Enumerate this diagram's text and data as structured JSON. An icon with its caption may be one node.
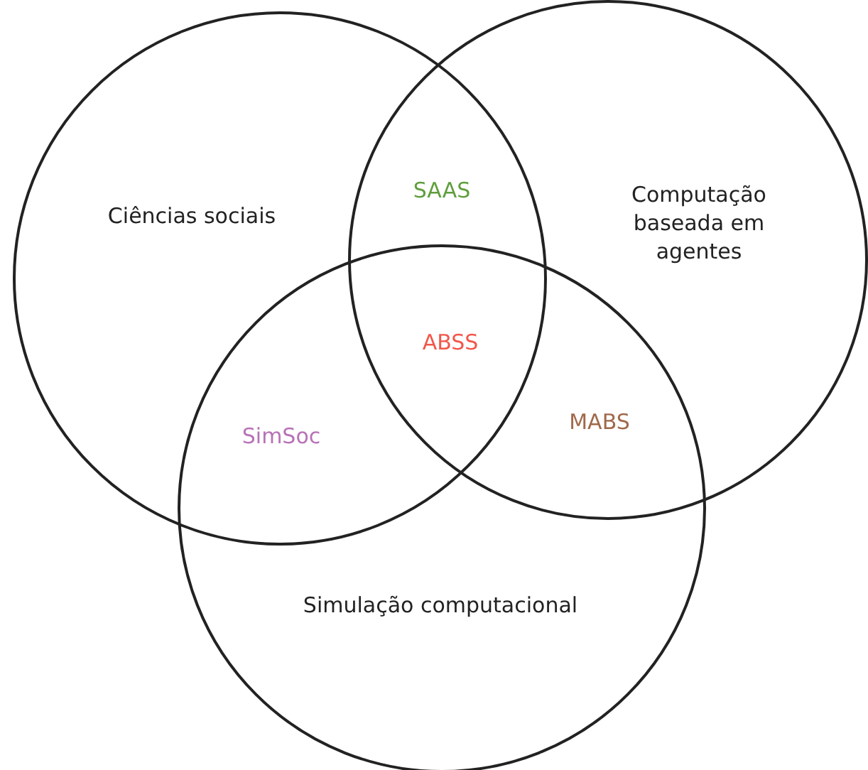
{
  "diagram": {
    "nodes": [
      {
        "text": [
          "Ciências sociais"
        ]
      },
      {
        "text": [
          "Computação baseada em agentes"
        ]
      },
      {
        "text": [
          "Simulação computacional"
        ]
      }
    ],
    "labels": [
      "SAAS",
      "ABSS",
      "SimSoc",
      "MABS"
    ]
  }
}
